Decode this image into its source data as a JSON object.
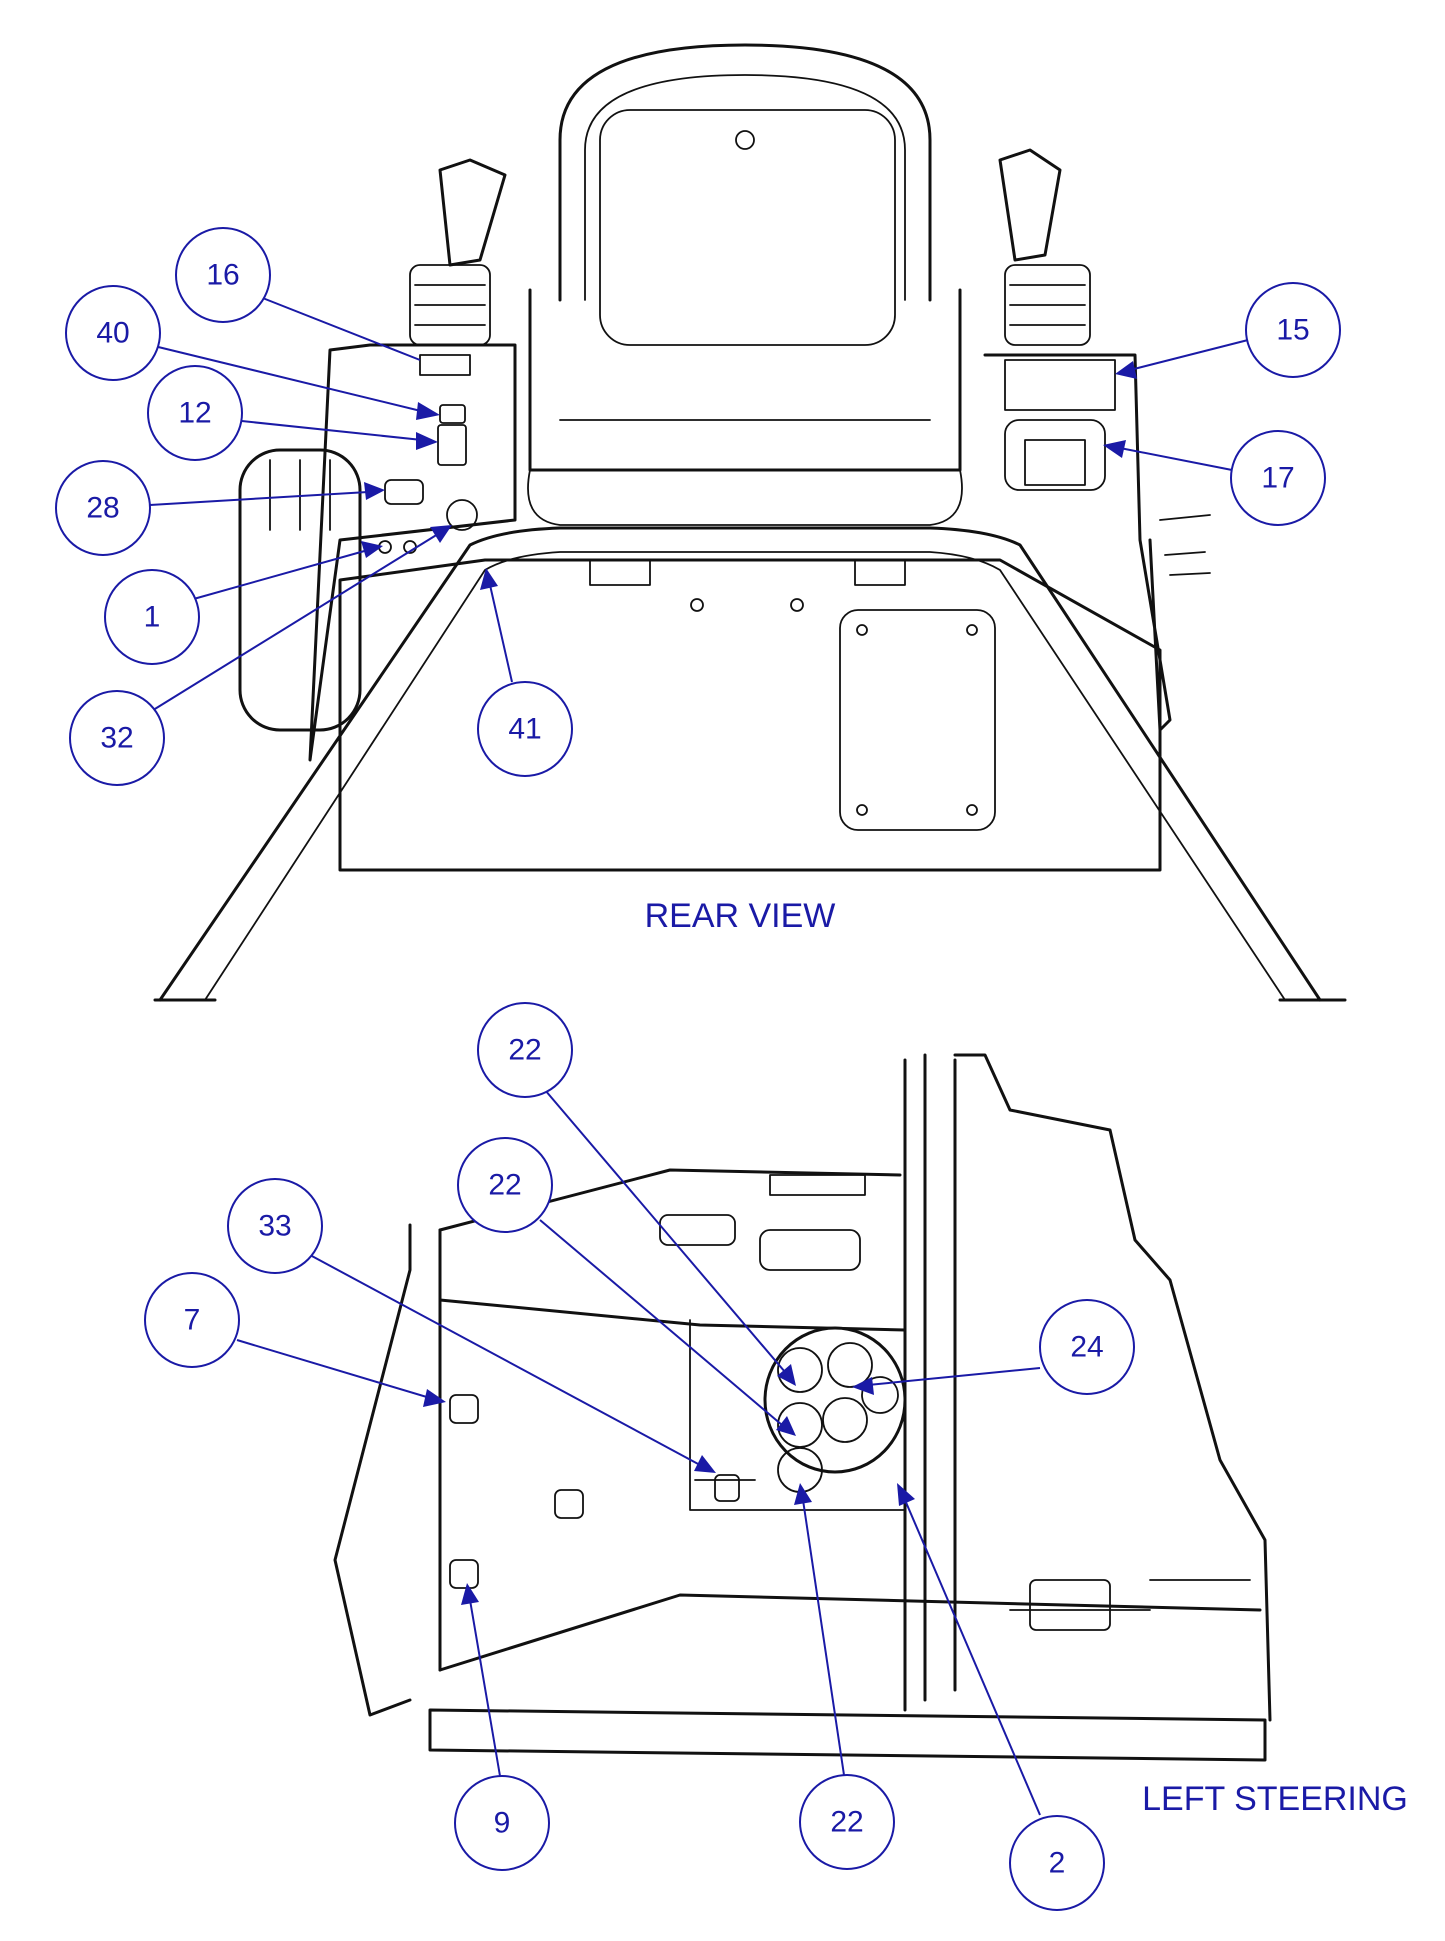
{
  "views": {
    "rear": {
      "caption": "REAR VIEW"
    },
    "left": {
      "caption": "LEFT STEERING"
    }
  },
  "colors": {
    "callout": "#1a1aa6",
    "linework": "#111111",
    "background": "#ffffff"
  },
  "callouts": {
    "c16": "16",
    "c40": "40",
    "c12": "12",
    "c28": "28",
    "c1": "1",
    "c32": "32",
    "c41": "41",
    "c15": "15",
    "c17": "17",
    "c22a": "22",
    "c22b": "22",
    "c33": "33",
    "c7": "7",
    "c24": "24",
    "c9": "9",
    "c22c": "22",
    "c2": "2"
  }
}
